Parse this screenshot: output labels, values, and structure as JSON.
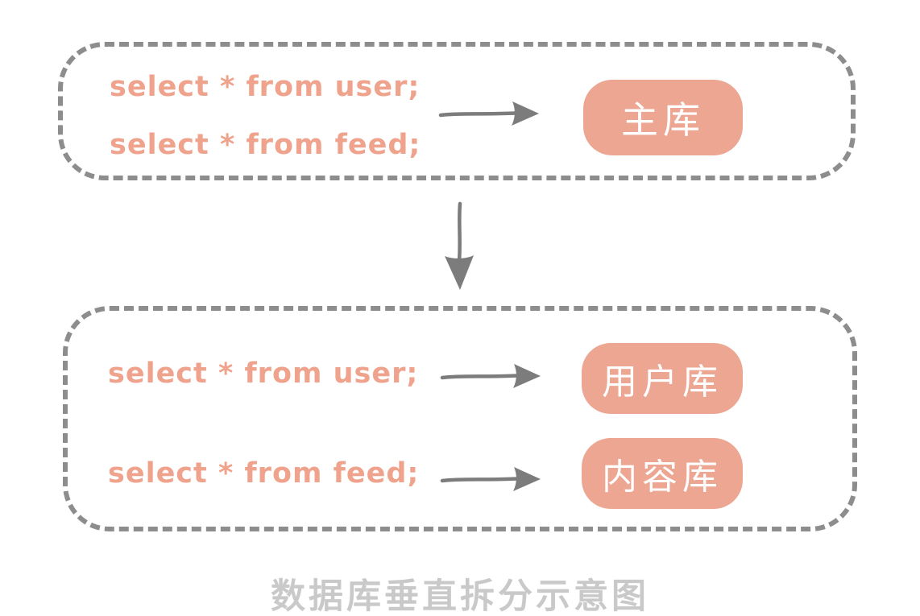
{
  "diagram": {
    "caption": "数据库垂直拆分示意图",
    "colors": {
      "sql_text": "#EFA28C",
      "pill_fill": "#ECA692",
      "pill_text": "#FFFFFF",
      "dashed_border": "#8d8d8d",
      "arrow": "#7c7c7c",
      "caption_text": "#c9c9c9"
    },
    "top_group": {
      "queries": {
        "0": "select * from user;",
        "1": "select * from feed;"
      },
      "target": "主库"
    },
    "bottom_group": {
      "rows": {
        "0": {
          "query": "select * from user;",
          "target": "用户库"
        },
        "1": {
          "query": "select * from feed;",
          "target": "内容库"
        }
      }
    }
  }
}
